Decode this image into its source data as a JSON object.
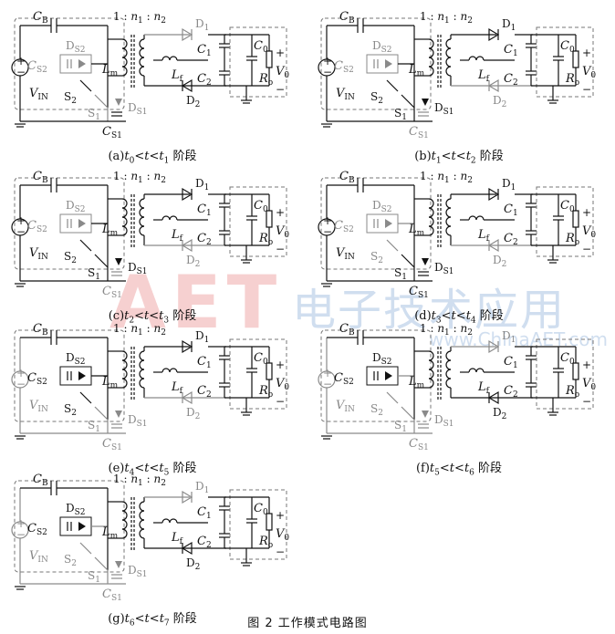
{
  "figure_caption": "图 2   工作模式电路图",
  "watermark": {
    "logo": "AET",
    "site_cn": "电子技术应用",
    "url": "www.ChinaAET.com"
  },
  "labels": {
    "cb": "C",
    "cb_sub": "B",
    "ratio": "1 : n",
    "ratio_n1": "1",
    "ratio_sep": " : n",
    "ratio_n2": "2",
    "vin": "V",
    "vin_sub": "IN",
    "cs2": "C",
    "cs2_sub": "S2",
    "ds2": "D",
    "ds2_sub": "S2",
    "s2": "S",
    "s2_sub": "2",
    "s1": "S",
    "s1_sub": "1",
    "ds1": "D",
    "ds1_sub": "S1",
    "cs1": "C",
    "cs1_sub": "S1",
    "lm": "L",
    "lm_sub": "m",
    "lf": "L",
    "lf_sub": "f",
    "d1": "D",
    "d1_sub": "1",
    "d2": "D",
    "d2_sub": "2",
    "c1": "C",
    "c1_sub": "1",
    "c2": "C",
    "c2_sub": "2",
    "c0": "C",
    "c0_sub": "0",
    "ro": "R",
    "ro_sub": "o",
    "v0": "V",
    "v0_sub": "0",
    "plus": "+",
    "minus": "−",
    "n": "n"
  },
  "panels": [
    {
      "id": "a",
      "caption_prefix": "(a)",
      "t_lo": "t",
      "t_lo_sub": "0",
      "t_hi": "t",
      "t_hi_sub": "1",
      "caption_suffix": " 阶段"
    },
    {
      "id": "b",
      "caption_prefix": "(b)",
      "t_lo": "t",
      "t_lo_sub": "1",
      "t_hi": "t",
      "t_hi_sub": "2",
      "caption_suffix": " 阶段"
    },
    {
      "id": "c",
      "caption_prefix": "(c)",
      "t_lo": "t",
      "t_lo_sub": "2",
      "t_hi": "t",
      "t_hi_sub": "3",
      "caption_suffix": " 阶段"
    },
    {
      "id": "d",
      "caption_prefix": "(d)",
      "t_lo": "t",
      "t_lo_sub": "3",
      "t_hi": "t",
      "t_hi_sub": "4",
      "caption_suffix": " 阶段"
    },
    {
      "id": "e",
      "caption_prefix": "(e)",
      "t_lo": "t",
      "t_lo_sub": "4",
      "t_hi": "t",
      "t_hi_sub": "5",
      "caption_suffix": " 阶段"
    },
    {
      "id": "f",
      "caption_prefix": "(f)",
      "t_lo": "t",
      "t_lo_sub": "5",
      "t_hi": "t",
      "t_hi_sub": "6",
      "caption_suffix": " 阶段"
    },
    {
      "id": "g",
      "caption_prefix": "(g)",
      "t_lo": "t",
      "t_lo_sub": "6",
      "t_hi": "t",
      "t_hi_sub": "7",
      "caption_suffix": " 阶段"
    }
  ],
  "colors": {
    "active": "#111111",
    "inactive": "#8a8a8a",
    "loop": "#777777",
    "watermark_red": "#e67878",
    "watermark_blue": "#78a0d2"
  }
}
